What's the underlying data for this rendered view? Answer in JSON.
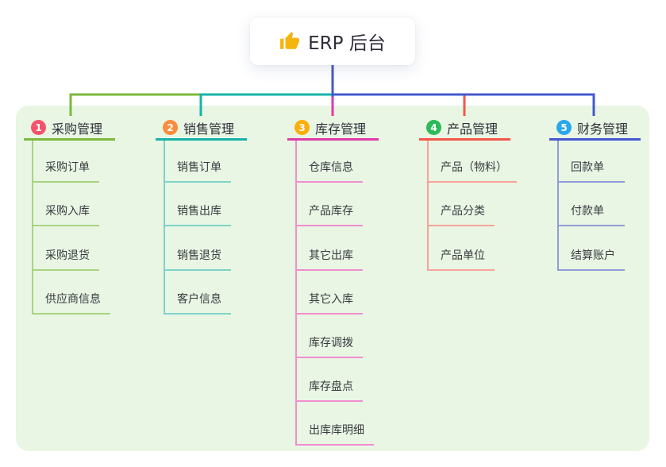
{
  "page": {
    "background": "#ffffff"
  },
  "panel": {
    "background": "#e8f6e3"
  },
  "root": {
    "label": "ERP 后台",
    "icon": "thumbs-up-icon",
    "icon_color": "#f6b40e",
    "connector_color": "#4458d0"
  },
  "branches": [
    {
      "index": "1",
      "label": "采购管理",
      "badge_color": "#f4536b",
      "line_color": "#7db93c",
      "child_line_color": "#a9d37f",
      "children": [
        "采购订单",
        "采购入库",
        "采购退货",
        "供应商信息"
      ]
    },
    {
      "index": "2",
      "label": "销售管理",
      "badge_color": "#fb8c3c",
      "line_color": "#15b3a9",
      "child_line_color": "#7fd2ca",
      "children": [
        "销售订单",
        "销售出库",
        "销售退货",
        "客户信息"
      ]
    },
    {
      "index": "3",
      "label": "库存管理",
      "badge_color": "#fcae0a",
      "line_color": "#e03aa8",
      "child_line_color": "#f08ed0",
      "children": [
        "仓库信息",
        "产品库存",
        "其它出库",
        "其它入库",
        "库存调拨",
        "库存盘点",
        "出库库明细"
      ]
    },
    {
      "index": "4",
      "label": "产品管理",
      "badge_color": "#2cba5b",
      "line_color": "#f4564a",
      "child_line_color": "#f9a29a",
      "children": [
        "产品（物料）",
        "产品分类",
        "产品单位"
      ]
    },
    {
      "index": "5",
      "label": "财务管理",
      "badge_color": "#2ba7ef",
      "line_color": "#4458d0",
      "child_line_color": "#8f9dd9",
      "children": [
        "回款单",
        "付款单",
        "结算账户"
      ]
    }
  ]
}
